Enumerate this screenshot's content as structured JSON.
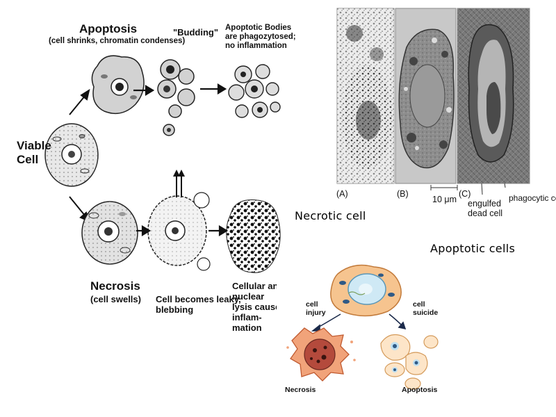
{
  "left_diagram": {
    "viable_cell_line1": "Viable",
    "viable_cell_line2": "Cell",
    "apoptosis_title": "Apoptosis",
    "apoptosis_subtitle": "(cell shrinks, chromatin condenses)",
    "budding_label": "\"Budding\"",
    "apoptotic_bodies_line1": "Apoptotic Bodies",
    "apoptotic_bodies_line2": "are phagozytosed;",
    "apoptotic_bodies_line3": "no inflammation",
    "necrosis_title": "Necrosis",
    "necrosis_subtitle": "(cell swells)",
    "leaky_line1": "Cell becomes leaky,",
    "leaky_line2": "blebbing",
    "lysis_line1": "Cellular and nuclear",
    "lysis_line2": "lysis causes inflam-",
    "lysis_line3": "mation"
  },
  "micrographs": {
    "panel_a": "(A)",
    "panel_b": "(B)",
    "panel_c": "(C)",
    "scale_bar": "10 μm",
    "engulfed_line1": "engulfed",
    "engulfed_line2": "dead cell",
    "phagocytic_cell": "phagocytic cell"
  },
  "captions": {
    "necrotic_cell": "Necrotic cell",
    "apoptotic_cells": "Apoptotic cells"
  },
  "bottom_diagram": {
    "cell_injury_line1": "cell",
    "cell_injury_line2": "injury",
    "cell_suicide_line1": "cell",
    "cell_suicide_line2": "suicide",
    "necrosis": "Necrosis",
    "apoptosis": "Apoptosis"
  },
  "colors": {
    "line": "#111111",
    "cytoplasm_gray": "#d9d9d9",
    "em_dark": "#555555",
    "em_light": "#b0b0b0",
    "illus_cell": "#f6c48f",
    "illus_nucleus": "#cfe9f5",
    "illus_necrotic_core": "#b44a3c"
  }
}
